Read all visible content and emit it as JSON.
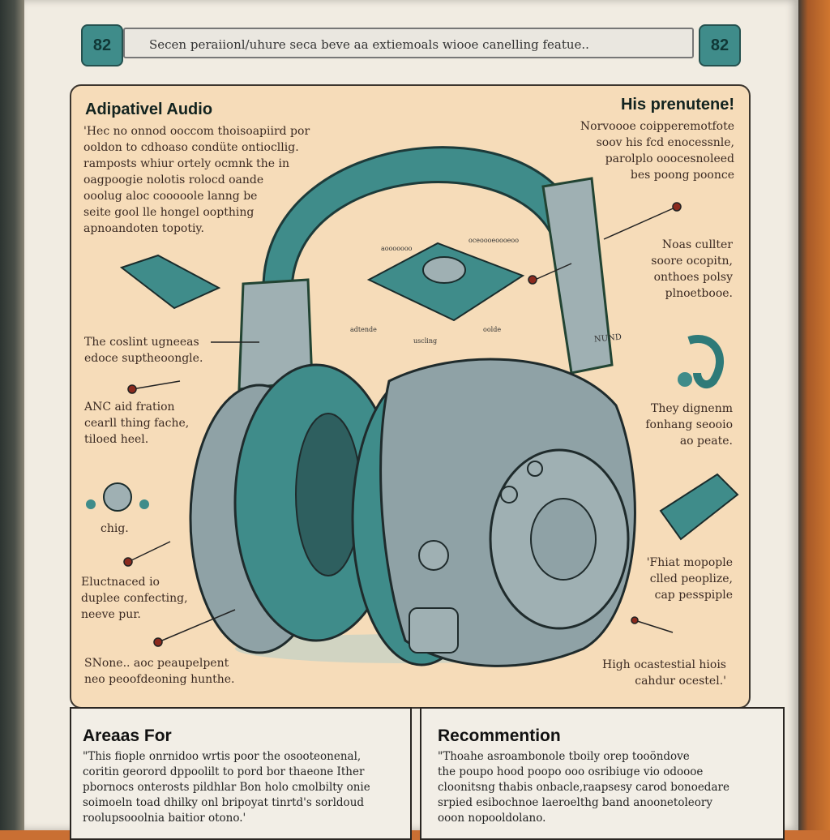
{
  "top_bar": {
    "left_badge": "82",
    "right_badge": "82",
    "text": "Secen peraiionl/uhure seca beve aa extiemoals wiooe canelling featue.."
  },
  "panel": {
    "left_title": "Adipativel Audio",
    "left_text": "'Hec no onnod ooccom thoisoapiird por\nooldon to cdhoaso condüte ontiocllig.\nramposts whiur ortely ocmnk the in\noagpoogie nolotis rolocd oande\nooolug aloc cooooole lanng be\nseite gool lle hongel oopthing\napnoandoten topotiy.",
    "right_title": "His prenutene!",
    "right_text": "Norvoooe coipperemotfote\nsoov his fcd enocessnle,\nparolplo ooocesnoleed\nbes poong poonce",
    "labels": {
      "l1": "The coslint ugneeas\nedoce suptheoongle.",
      "l2": "ANC aid fration\ncearll thing fache,\ntiloed heel.",
      "l3": "chig.",
      "l4": "Eluctnaced io\nduplee confecting,\nneeve pur.",
      "l5": "SNone.. aoc peaupelpent\nneo peoofdeoning hunthe.",
      "r1": "Noas cullter\nsoore ocopitn,\nonthoes polsy\nplnoetbooe.",
      "r2": "They dignenm\nfonhang seooio\nao peate.",
      "r3": "'Fhiat mopople\nclled peoplize,\ncap pesspiple",
      "r4": "High ocastestial hiois\ncahdur ocestel.'"
    },
    "chip_labels": [
      "aooooooo",
      "oceoooeoooeoo",
      "adtende",
      "oolde",
      "uscling"
    ],
    "headband_text": "NUND"
  },
  "bottom": {
    "left_title": "Areaas For",
    "left_text": "\"This fiople onrnidoo wrtis poor the osooteonenal,\ncoritin georord dppoolilt to pord bor thaeone Ither\npbornocs onterosts pildhlar Bon holo cmolbilty onie\nsoimoeln toad dhilky onl bripoyat tinrtd's sorldoud\nroolupsooolnia baitior otono.'",
    "right_title": "Recommention",
    "right_text": "\"Thoahe asroambonole tboily orep tooöndove\nthe poupo hood poopo ooo osribiuge vio odoooe\ncloonitsng thabis onbacle,raapsesy carod bonoedare\nsrpied esibochnoe laeroelthg band anoonetoleory\nooon nopooldolano."
  },
  "colors": {
    "teal": "#3f8c8a",
    "panel": "#f6dcb9",
    "paper": "#f1ece2",
    "metal": "#8a9ea2",
    "dot": "#8b2a1e"
  }
}
